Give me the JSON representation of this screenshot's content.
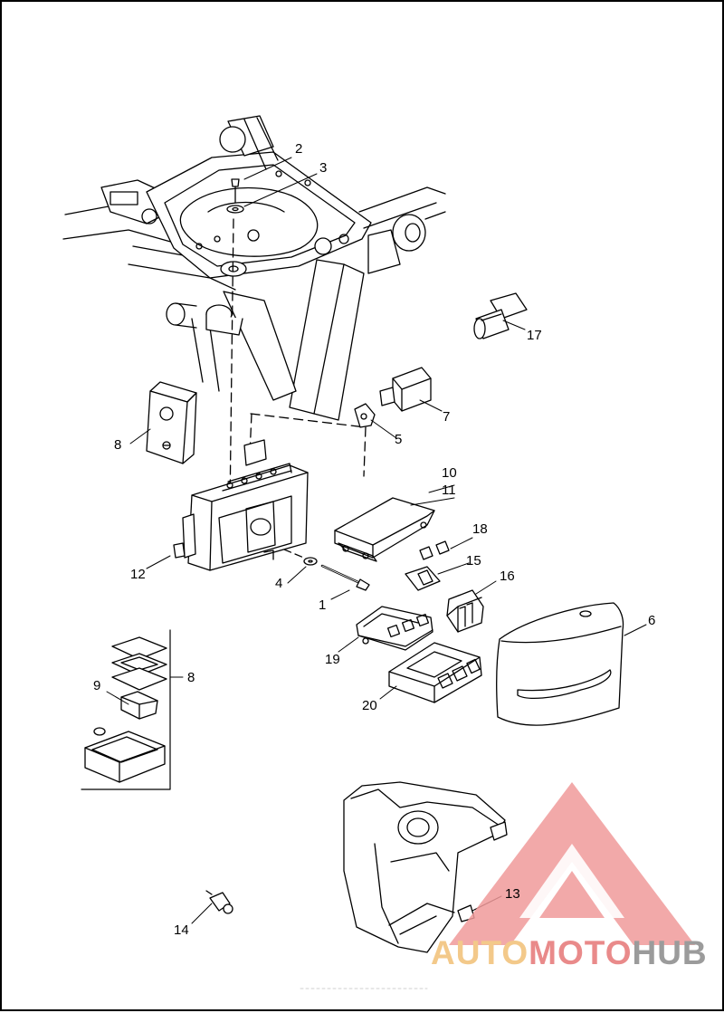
{
  "callouts": {
    "c1": "1",
    "c2": "2",
    "c3": "3",
    "c4": "4",
    "c5": "5",
    "c6": "6",
    "c7": "7",
    "c8a": "8",
    "c8b": "8",
    "c9": "9",
    "c10": "10",
    "c11": "11",
    "c12": "12",
    "c13": "13",
    "c14": "14",
    "c15": "15",
    "c16": "16",
    "c17": "17",
    "c18": "18",
    "c19": "19",
    "c20": "20"
  },
  "watermark": {
    "part1": "AUTO",
    "part2": "MOTO",
    "part3": "HUB",
    "colors": {
      "auto": "#f3c98a",
      "moto": "#e98a8a",
      "hub": "#9b9b9b",
      "logo": "#f09a9a"
    }
  }
}
